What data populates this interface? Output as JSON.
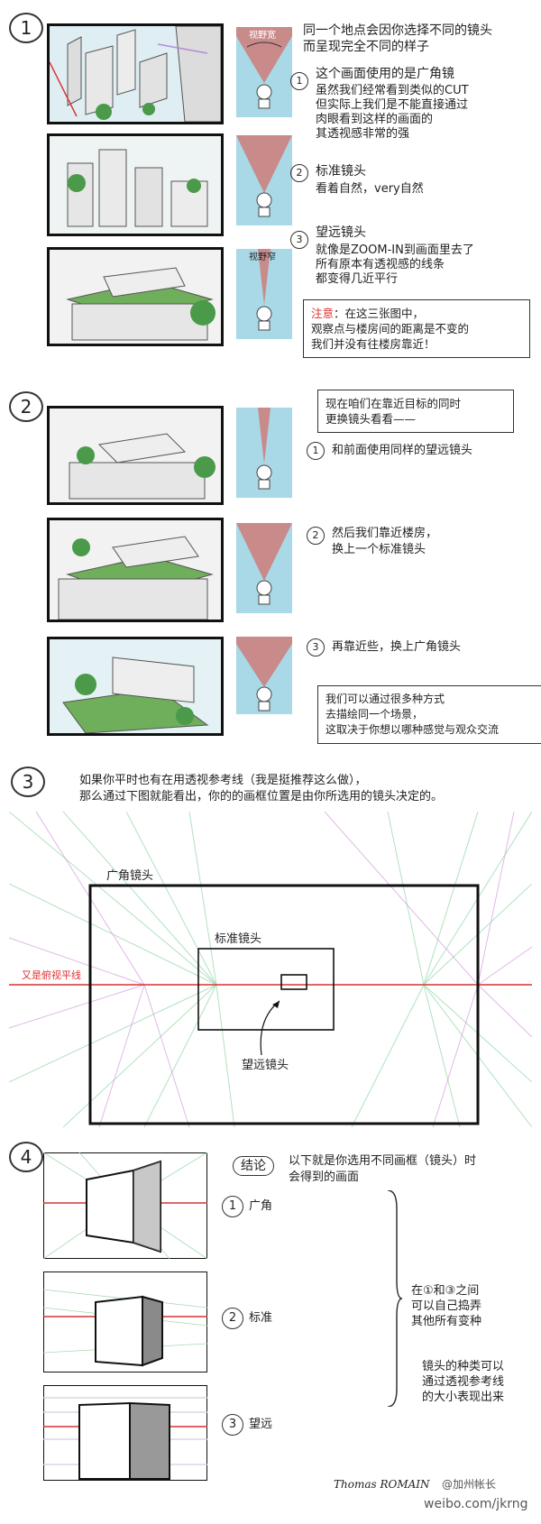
{
  "sections": {
    "s1": {
      "num": "1"
    },
    "s2": {
      "num": "2"
    },
    "s3": {
      "num": "3"
    },
    "s4": {
      "num": "4"
    }
  },
  "s1": {
    "intro_line1": "同一个地点会因你选择不同的镜头",
    "intro_line2": "而呈现完全不同的样子",
    "cam1_label": "视野宽",
    "cam3_label": "视野窄",
    "wide": {
      "num": "1",
      "title": "这个画面使用的是广角镜",
      "lines": [
        "虽然我们经常看到类似的CUT",
        "但实际上我们是不能直接通过",
        "肉眼看到这样的画面的",
        "其透视感非常的强"
      ]
    },
    "standard": {
      "num": "2",
      "title": "标准镜头",
      "line": "看着自然，very自然"
    },
    "tele": {
      "num": "3",
      "title": "望远镜头",
      "lines": [
        "就像是ZOOM-IN到画面里去了",
        "所有原本有透视感的线条",
        "都变得几近平行"
      ]
    },
    "note": {
      "label": "注意",
      "line1": "：在这三张图中，",
      "line2": "观察点与楼房间的距离是不变的",
      "line3": "我们并没有往楼房靠近！"
    }
  },
  "s2": {
    "box_line1": "现在咱们在靠近目标的同时",
    "box_line2": "更换镜头看看——",
    "step1": {
      "num": "1",
      "text": "和前面使用同样的望远镜头"
    },
    "step2": {
      "num": "2",
      "lines": [
        "然后我们靠近楼房，",
        "换上一个标准镜头"
      ]
    },
    "step3": {
      "num": "3",
      "text": "再靠近些，换上广角镜头"
    },
    "box2": [
      "我们可以通过很多种方式",
      "去描绘同一个场景，",
      "这取决于你想以哪种感觉与观众交流"
    ]
  },
  "s3": {
    "line1": "如果你平时也有在用透视参考线（我是挺推荐这么做），",
    "line2": "那么通过下图就能看出，你的的画框位置是由你所选用的镜头决定的。",
    "wide_label": "广角镜头",
    "standard_label": "标准镜头",
    "tele_label": "望远镜头",
    "horizon_label": "又是俯视平线"
  },
  "s4": {
    "conclusion": "结论",
    "lead1": "以下就是你选用不同画框（镜头）时",
    "lead2": "会得到的画面",
    "lens": [
      {
        "num": "1",
        "label": "广角"
      },
      {
        "num": "2",
        "label": "标准"
      },
      {
        "num": "3",
        "label": "望远"
      }
    ],
    "side1": [
      "在①和③之间",
      "可以自己捣弄",
      "其他所有变种"
    ],
    "side2": [
      "镜头的种类可以",
      "通过透视参考线",
      "的大小表现出来"
    ],
    "signature": "Thomas ROMAIN",
    "watermark": "weibo.com/jkrng",
    "watermark_handle": "@加州帐长"
  },
  "colors": {
    "accent_red": "#d33333",
    "sky": "#a9d8e6",
    "cone": "#c98a8a",
    "green": "#4a9a4a"
  }
}
